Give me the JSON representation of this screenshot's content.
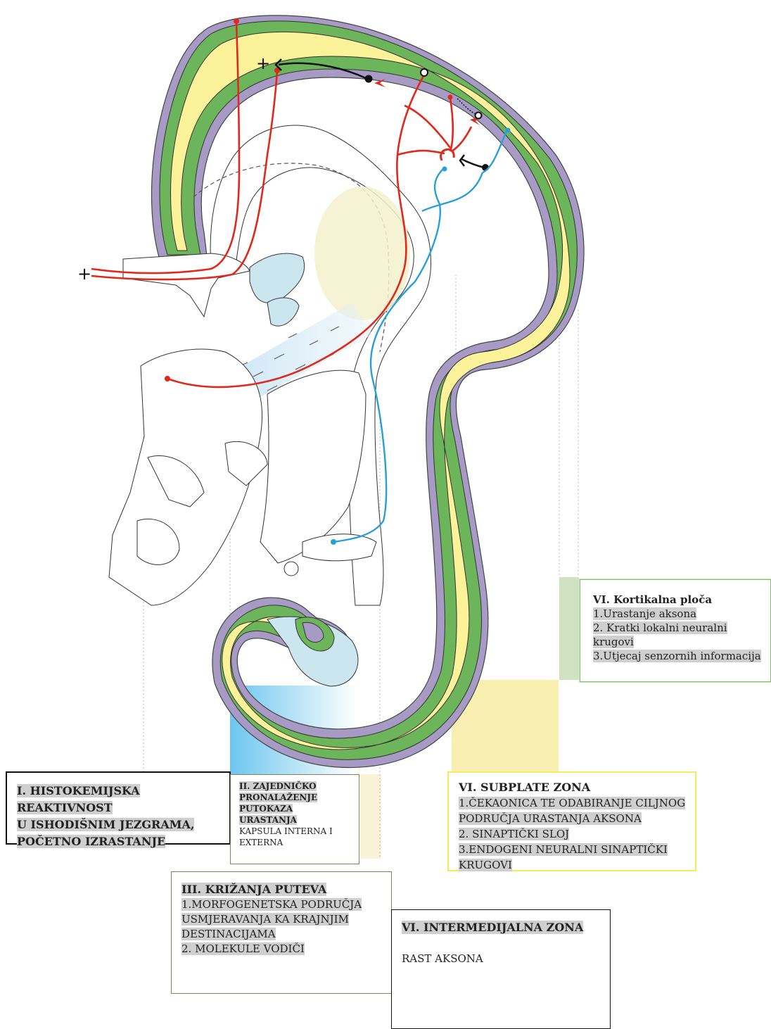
{
  "markers": {
    "plus1": "+",
    "plus2": "+"
  },
  "boxes": {
    "kortikalna": {
      "title": "VI. Kortikalna ploča",
      "lines": [
        "1.Urastanje aksona",
        "2. Kratki lokalni neuralni",
        "krugovi",
        "3.Utjecaj senzornih informacija"
      ]
    },
    "histokemijska": {
      "title_lines": [
        "I. HISTOKEMIJSKA REAKTIVNOST",
        "U ISHODIŠNIM JEZGRAMA,",
        "POČETNO IZRASTANJE"
      ]
    },
    "zajednicko": {
      "title_lines": [
        "II. ZAJEDNIČKO",
        "PRONALAŽENJE",
        "PUTOKAZA",
        "URASTANJA"
      ],
      "lines": [
        "KAPSULA INTERNA I",
        "EXTERNA"
      ]
    },
    "subplate": {
      "title": "VI. SUBPLATE ZONA",
      "lines": [
        "1.ČEKAONICA TE ODABIRANJE CILJNOG",
        "PODRUČJA URASTANJA AKSONA",
        "2. SINAPTIČKI SLOJ",
        "3.ENDOGENI NEURALNI SINAPTIČKI",
        "KRUGOVI"
      ]
    },
    "krizanja": {
      "title": "III. KRIŽANJA PUTEVA",
      "lines": [
        "1.MORFOGENETSKA PODRUČJA",
        "USMJERAVANJA KA KRAJNJIM",
        "DESTINACIJAMA",
        "2. MOLEKULE VODIČI"
      ]
    },
    "intermedijalna": {
      "title": "VI. INTERMEDIJALNA ZONA",
      "lines": [
        "RAST AKSONA"
      ]
    }
  },
  "colors": {
    "cortical_plate": "#6db55a",
    "subplate": "#fbf29a",
    "marginal": "#a79ac5",
    "axon_red": "#e0291b",
    "axon_blue": "#2a9fd6",
    "capsule_blue": "#cbe6ef"
  }
}
